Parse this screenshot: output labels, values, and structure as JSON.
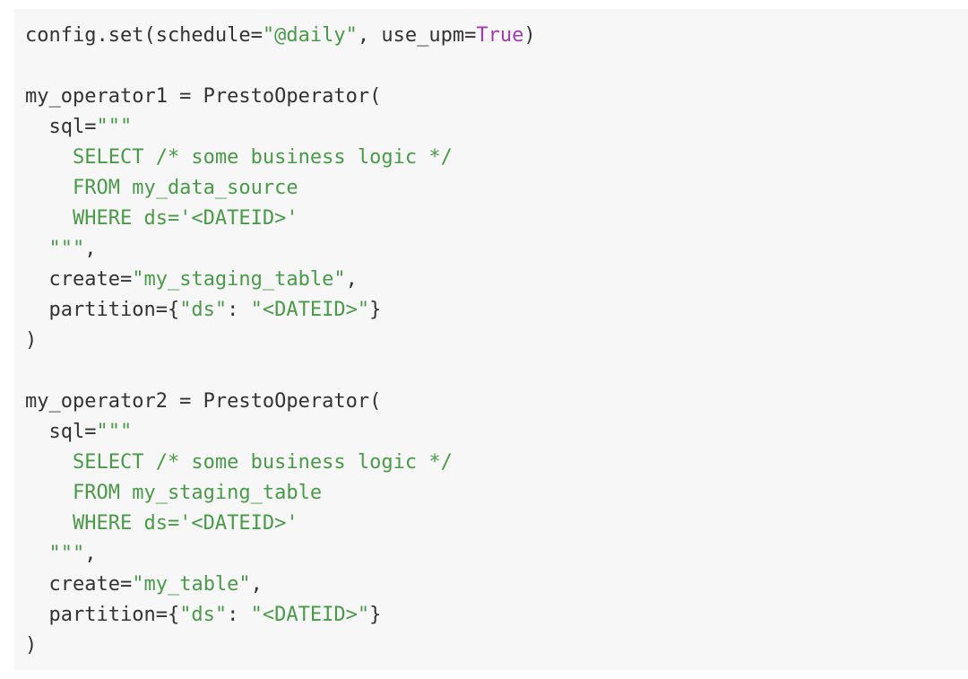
{
  "code": {
    "lines": [
      [
        {
          "t": "config.set(schedule=",
          "c": "plain"
        },
        {
          "t": "\"@daily\"",
          "c": "str"
        },
        {
          "t": ", use_upm=",
          "c": "plain"
        },
        {
          "t": "True",
          "c": "kw"
        },
        {
          "t": ")",
          "c": "plain"
        }
      ],
      [],
      [
        {
          "t": "my_operator1 = PrestoOperator(",
          "c": "plain"
        }
      ],
      [
        {
          "t": "  sql=",
          "c": "plain"
        },
        {
          "t": "\"\"\"",
          "c": "str"
        }
      ],
      [
        {
          "t": "    SELECT /* some business logic */",
          "c": "str"
        }
      ],
      [
        {
          "t": "    FROM my_data_source",
          "c": "str"
        }
      ],
      [
        {
          "t": "    WHERE ds='<DATEID>'",
          "c": "str"
        }
      ],
      [
        {
          "t": "  \"\"\"",
          "c": "str"
        },
        {
          "t": ",",
          "c": "plain"
        }
      ],
      [
        {
          "t": "  create=",
          "c": "plain"
        },
        {
          "t": "\"my_staging_table\"",
          "c": "str"
        },
        {
          "t": ",",
          "c": "plain"
        }
      ],
      [
        {
          "t": "  partition={",
          "c": "plain"
        },
        {
          "t": "\"ds\"",
          "c": "str"
        },
        {
          "t": ": ",
          "c": "plain"
        },
        {
          "t": "\"<DATEID>\"",
          "c": "str"
        },
        {
          "t": "}",
          "c": "plain"
        }
      ],
      [
        {
          "t": ")",
          "c": "plain"
        }
      ],
      [],
      [
        {
          "t": "my_operator2 = PrestoOperator(",
          "c": "plain"
        }
      ],
      [
        {
          "t": "  sql=",
          "c": "plain"
        },
        {
          "t": "\"\"\"",
          "c": "str"
        }
      ],
      [
        {
          "t": "    SELECT /* some business logic */",
          "c": "str"
        }
      ],
      [
        {
          "t": "    FROM my_staging_table",
          "c": "str"
        }
      ],
      [
        {
          "t": "    WHERE ds='<DATEID>'",
          "c": "str"
        }
      ],
      [
        {
          "t": "  \"\"\"",
          "c": "str"
        },
        {
          "t": ",",
          "c": "plain"
        }
      ],
      [
        {
          "t": "  create=",
          "c": "plain"
        },
        {
          "t": "\"my_table\"",
          "c": "str"
        },
        {
          "t": ",",
          "c": "plain"
        }
      ],
      [
        {
          "t": "  partition={",
          "c": "plain"
        },
        {
          "t": "\"ds\"",
          "c": "str"
        },
        {
          "t": ": ",
          "c": "plain"
        },
        {
          "t": "\"<DATEID>\"",
          "c": "str"
        },
        {
          "t": "}",
          "c": "plain"
        }
      ],
      [
        {
          "t": ")",
          "c": "plain"
        }
      ]
    ]
  },
  "colors": {
    "background": "#f7f7f7",
    "plain": "#333333",
    "string": "#4a9a4a",
    "keyword": "#a23cae"
  }
}
